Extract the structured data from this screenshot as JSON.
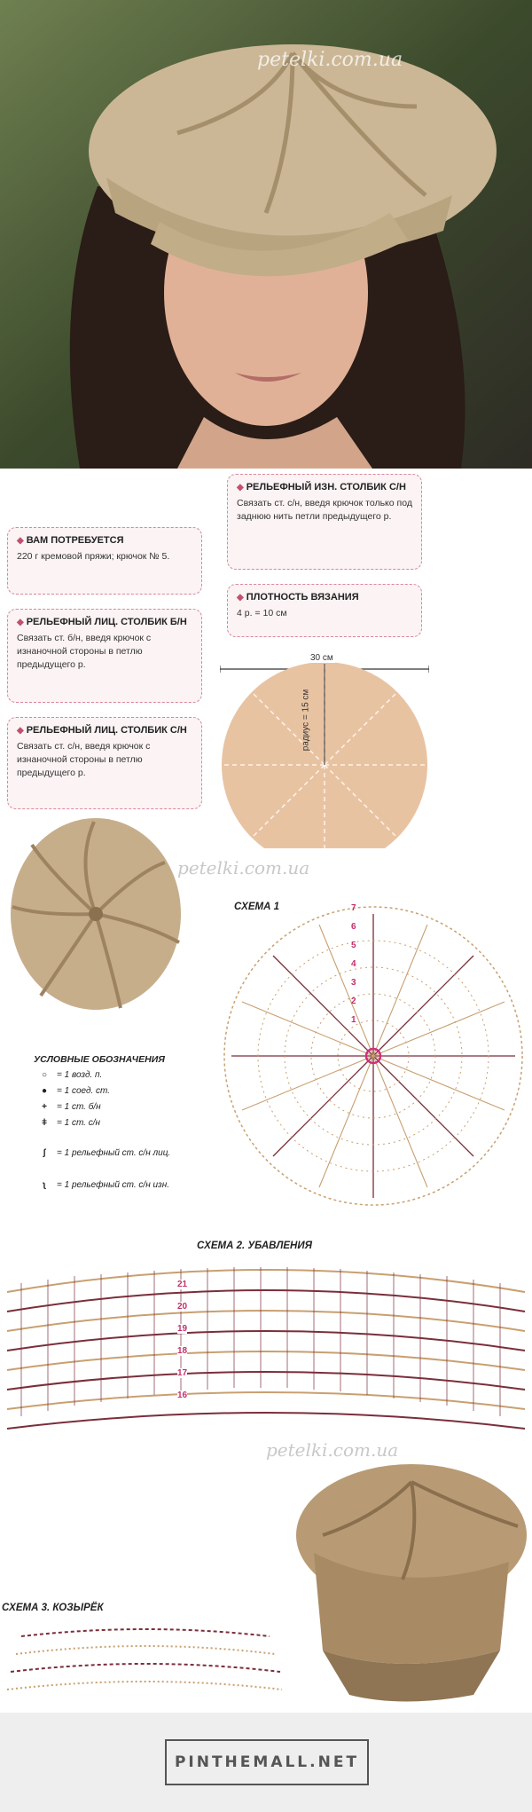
{
  "watermark": "petelki.com.ua",
  "cards": {
    "need": {
      "title": "ВАМ ПОТРЕБУЕТСЯ",
      "text": "220 г кремовой пряжи; крючок № 5."
    },
    "front_sc": {
      "title": "РЕЛЬЕФНЫЙ ЛИЦ. СТОЛБИК Б/Н",
      "text": "Связать ст. б/н, введя крючок с изнаночной стороны в петлю предыдущего р."
    },
    "front_dc": {
      "title": "РЕЛЬЕФНЫЙ ЛИЦ. СТОЛБИК С/Н",
      "text": "Связать ст. с/н, введя крючок с изнаночной стороны в петлю предыдущего р."
    },
    "back_dc": {
      "title": "РЕЛЬЕФНЫЙ ИЗН. СТОЛБИК С/Н",
      "text": "Связать ст. с/н, введя крючок только под заднюю нить петли предыдущего р."
    },
    "gauge": {
      "title": "ПЛОТНОСТЬ ВЯЗАНИЯ",
      "text": "4 р. = 10 см"
    }
  },
  "circle": {
    "width_label": "30 см",
    "radius_label": "радиус = 15 см"
  },
  "schema1": {
    "title": "СХЕМА 1",
    "row_numbers": [
      "7",
      "6",
      "5",
      "4",
      "3",
      "2",
      "1"
    ]
  },
  "legend": {
    "title": "УСЛОВНЫЕ ОБОЗНАЧЕНИЯ",
    "items": [
      {
        "icon": "chain-icon",
        "symbol": "○",
        "label": "= 1 возд. п."
      },
      {
        "icon": "slip-stitch-icon",
        "symbol": "●",
        "label": "= 1 соед. ст."
      },
      {
        "icon": "single-crochet-icon",
        "symbol": "+",
        "label": "= 1 ст. б/н"
      },
      {
        "icon": "double-crochet-icon",
        "symbol": "ǂ",
        "label": "= 1 ст. с/н"
      },
      {
        "icon": "front-post-icon",
        "symbol": "ʃ",
        "label": "= 1 рельефный ст. с/н лиц."
      },
      {
        "icon": "back-post-icon",
        "symbol": "ʅ",
        "label": "= 1 рельефный ст. с/н изн."
      }
    ]
  },
  "schema2": {
    "title": "СХЕМА 2. УБАВЛЕНИЯ",
    "row_numbers": [
      "21",
      "20",
      "19",
      "18",
      "17",
      "16"
    ]
  },
  "schema3": {
    "title": "СХЕМА 3. КОЗЫРЁК"
  },
  "footer": {
    "brand": "PINTHEMALL.NET"
  },
  "colors": {
    "accent": "#c2506f",
    "card_border": "#d9869b",
    "yarn": "#c7ae8b",
    "circle_fill": "#e8c3a2",
    "stitch_brown": "#7a2e3a",
    "stitch_tan": "#c8a070"
  }
}
